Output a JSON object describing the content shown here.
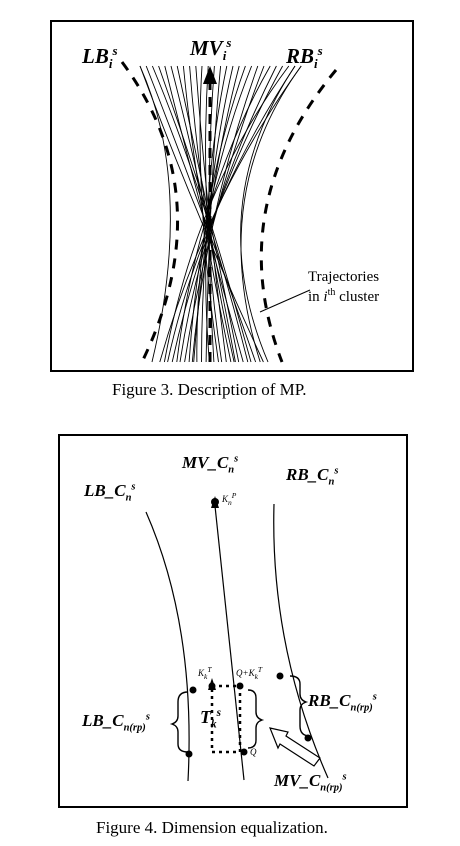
{
  "figure3": {
    "caption": "Figure 3.   Description of MP.",
    "labels": {
      "lb_base": "LB",
      "lb_sub": "i",
      "lb_sup": "s",
      "mv_base": "MV",
      "mv_sub": "i",
      "mv_sup": "s",
      "rb_base": "RB",
      "rb_sub": "i",
      "rb_sup": "s",
      "traj_line1": "Trajectories",
      "traj_in": "in ",
      "traj_i": "i",
      "traj_th": "th",
      "traj_cluster": " cluster"
    }
  },
  "figure4": {
    "caption": "Figure 4.   Dimension equalization.",
    "labels": {
      "mv_top_base": "MV_C",
      "mv_top_sub": "n",
      "mv_top_sup": "s",
      "lb_top_base": "LB_C",
      "lb_top_sub": "n",
      "lb_top_sup": "s",
      "rb_top_base": "RB_C",
      "rb_top_sub": "n",
      "rb_top_sup": "s",
      "kp_base": "K",
      "kp_sub": "n",
      "kp_sup": "P",
      "kt_base": "K",
      "kt_sub": "k",
      "kt_sup": "T",
      "qkt_base": "Q+K",
      "qkt_sub": "k",
      "qkt_sup": "T",
      "q": "Q",
      "t_base": "T",
      "t_sub": "k",
      "t_sup": "s",
      "lb_rp_base": "LB_C",
      "lb_rp_sub": "n(rp)",
      "lb_rp_sup": "s",
      "rb_rp_base": "RB_C",
      "rb_rp_sub": "n(rp)",
      "rb_rp_sup": "s",
      "mv_rp_base": "MV_C",
      "mv_rp_sub": "n(rp)",
      "mv_rp_sup": "s"
    }
  }
}
